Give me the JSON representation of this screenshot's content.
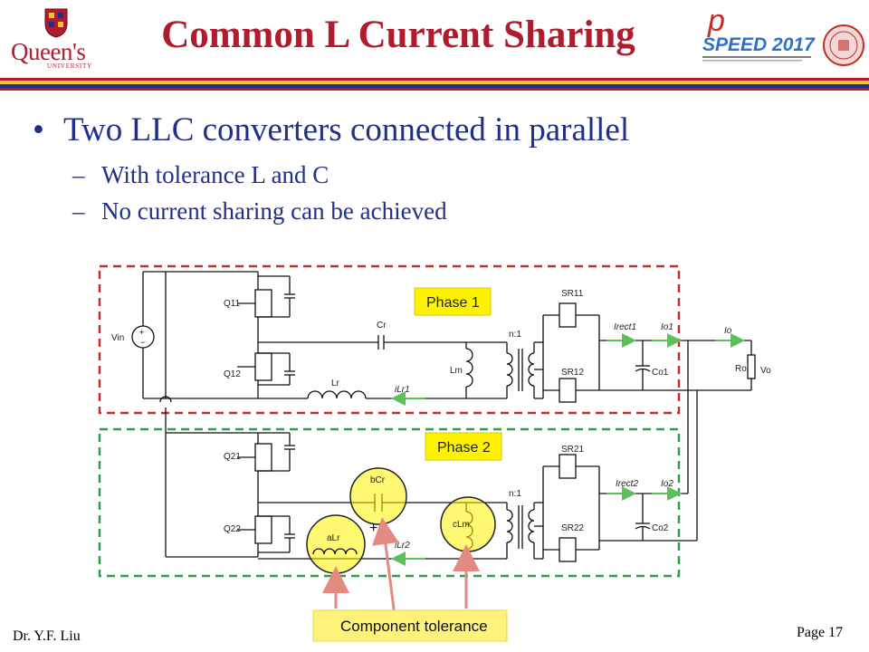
{
  "header": {
    "title": "Common L Current Sharing",
    "university_logo": "Queen's",
    "university_logo_sub": "UNIVERSITY",
    "conference_logo": "SPEED 2017"
  },
  "bullets": [
    {
      "text": "Two LLC converters connected in parallel",
      "subitems": [
        "With tolerance L and C",
        "No current sharing can be achieved"
      ]
    }
  ],
  "diagram": {
    "phase1_label": "Phase 1",
    "phase2_label": "Phase 2",
    "source_label": "Vin",
    "switches": [
      "Q11",
      "Q12",
      "Q21",
      "Q22"
    ],
    "rectifiers": [
      "SR11",
      "SR12",
      "SR21",
      "SR22"
    ],
    "phase1": {
      "cap": "Cr",
      "ind": "Lr",
      "mag": "Lm",
      "ratio": "n:1",
      "cur_in": "iLr1",
      "cur_rect": "Irect1",
      "cur_out": "Io1",
      "out_cap": "Co1"
    },
    "phase2": {
      "cap": "bCr",
      "ind": "aLr",
      "mag": "cLm",
      "ratio": "n:1",
      "cur_in": "iLr2",
      "cur_rect": "Irect2",
      "cur_out": "Io2",
      "out_cap": "Co2"
    },
    "load_current": "Io",
    "load": "Ro",
    "load_voltage": "Vo",
    "annotation": "Component tolerance",
    "colors": {
      "phase1_border": "#c0302a",
      "phase2_border": "#2e9e4a",
      "highlight": "#fff200",
      "arrow": "#e38b82",
      "current_arrow": "#5cbf5c"
    }
  },
  "footer": {
    "author": "Dr. Y.F. Liu",
    "page": "Page 17"
  }
}
